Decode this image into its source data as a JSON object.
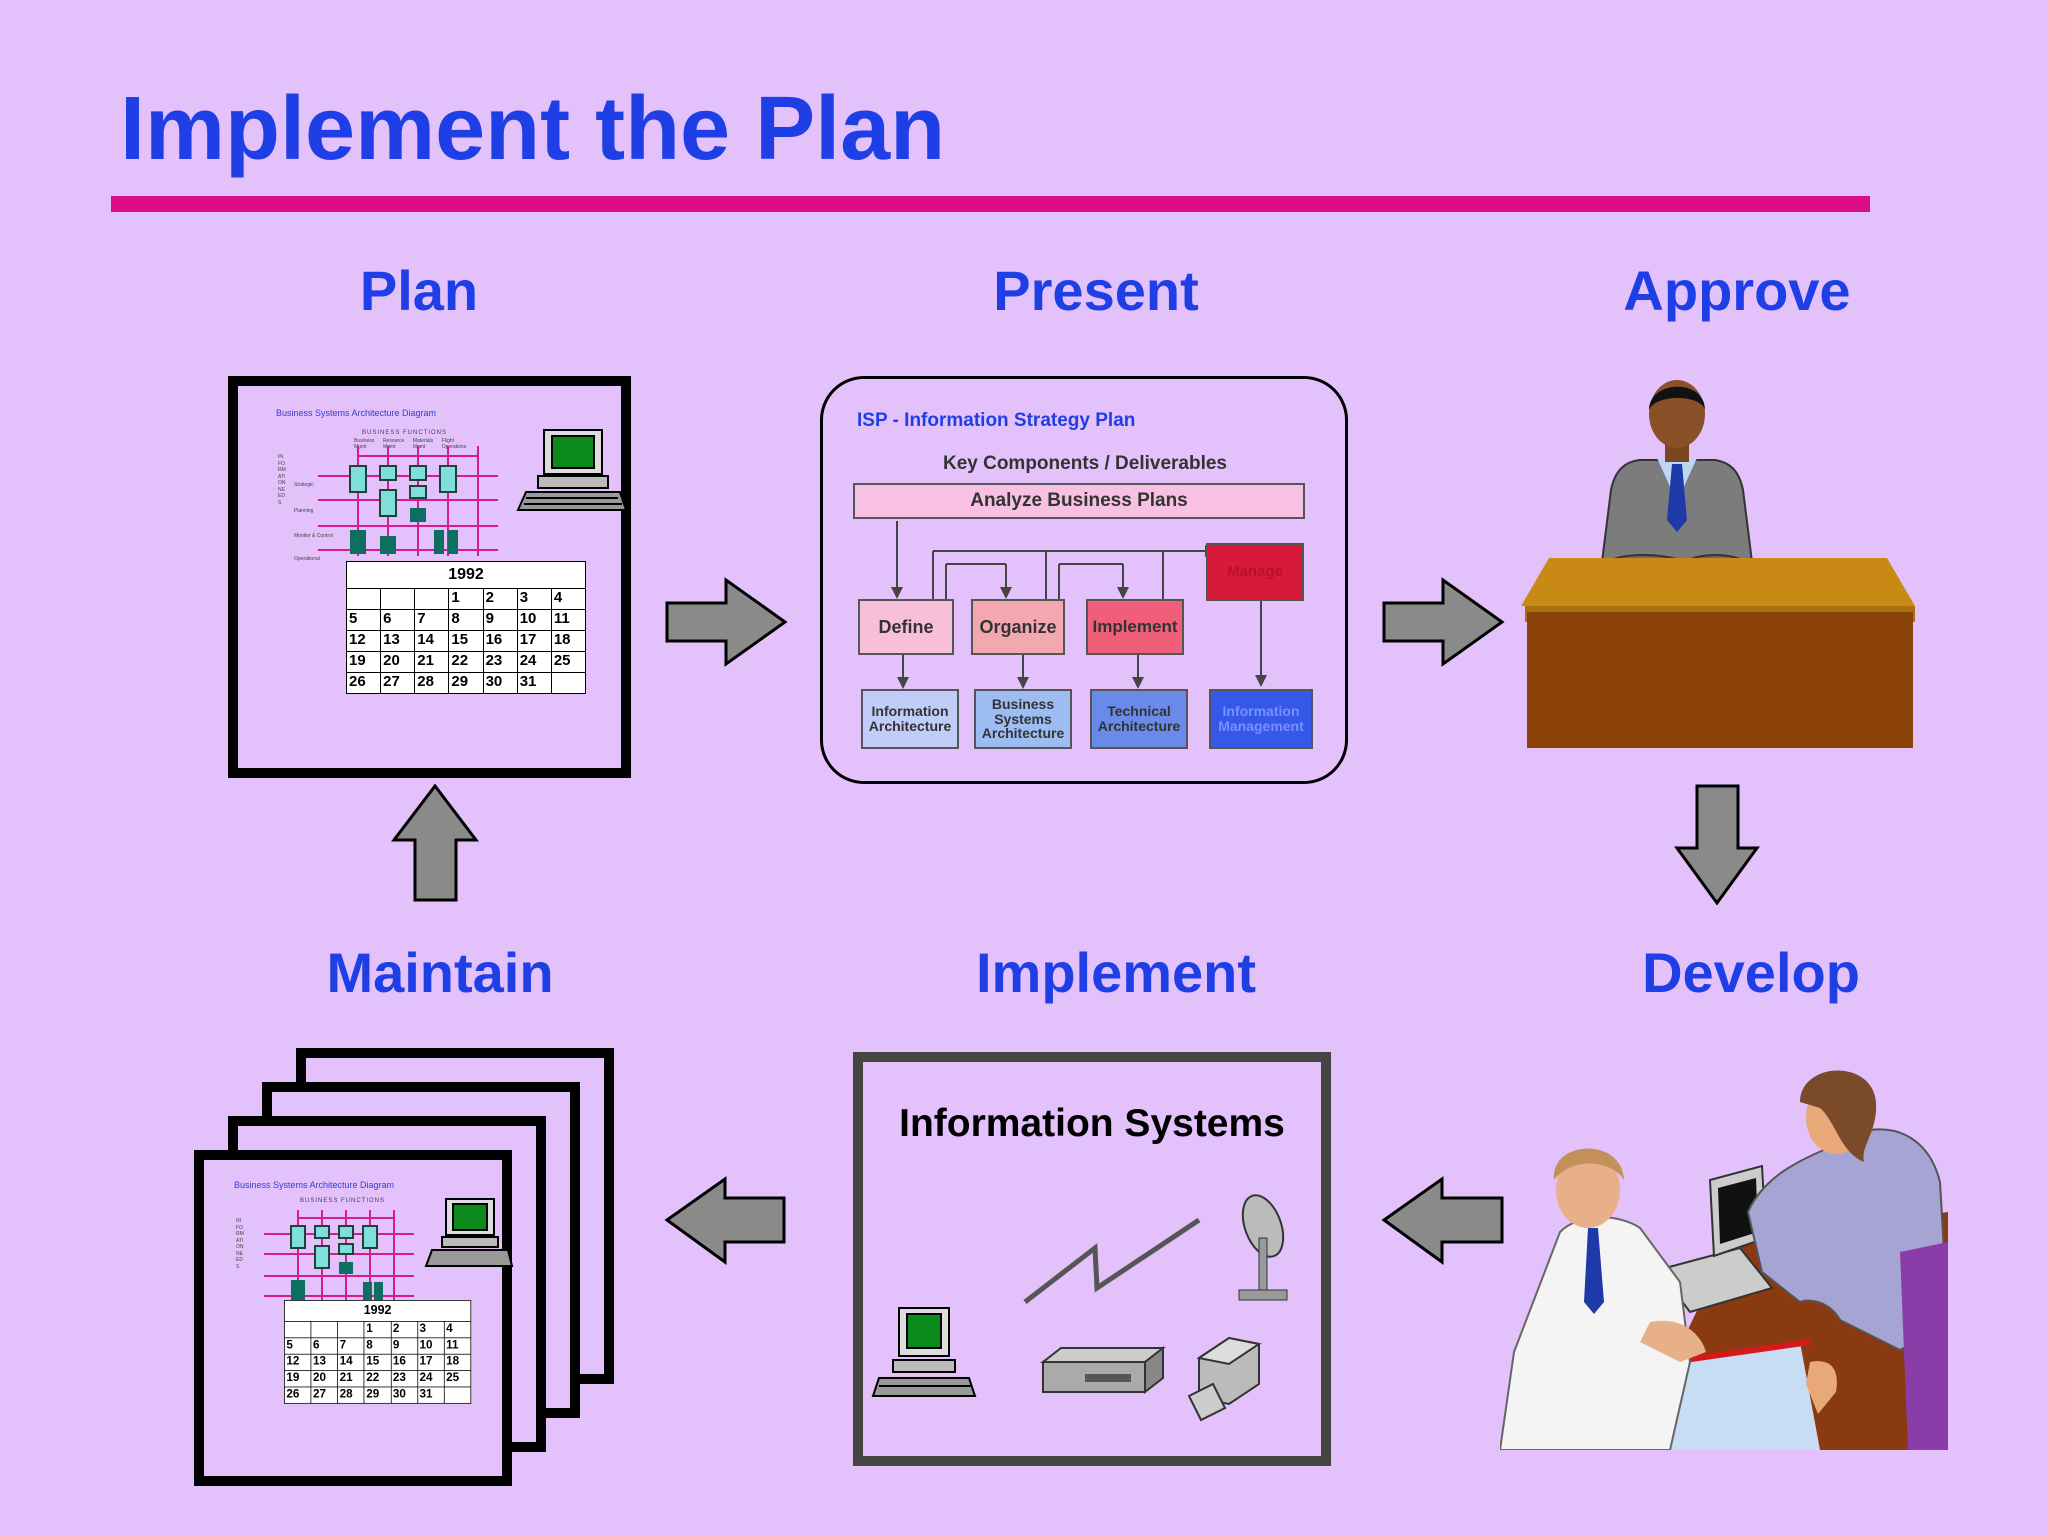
{
  "title": "Implement the Plan",
  "stages": {
    "plan": "Plan",
    "present": "Present",
    "approve": "Approve",
    "maintain": "Maintain",
    "implement": "Implement",
    "develop": "Develop"
  },
  "plan_doc": {
    "diagram_title": "Business Systems Architecture Diagram",
    "business_functions": "BUSINESS FUNCTIONS",
    "columns": [
      "Business Mgmt",
      "Resource Mgmt",
      "Materials Mgmt",
      "Flight Operations"
    ],
    "side_label": "INFORMATION NEEDS",
    "rows": [
      "Strategic",
      "Planning",
      "Monitor & Control",
      "Operational"
    ],
    "calendar_year": "1992",
    "calendar_weeks": [
      [
        "",
        "",
        "",
        "1",
        "2",
        "3",
        "4"
      ],
      [
        "5",
        "6",
        "7",
        "8",
        "9",
        "10",
        "11"
      ],
      [
        "12",
        "13",
        "14",
        "15",
        "16",
        "17",
        "18"
      ],
      [
        "19",
        "20",
        "21",
        "22",
        "23",
        "24",
        "25"
      ],
      [
        "26",
        "27",
        "28",
        "29",
        "30",
        "31",
        ""
      ]
    ]
  },
  "isp": {
    "heading": "ISP - Information Strategy Plan",
    "subheading": "Key Components / Deliverables",
    "analyze": "Analyze Business Plans",
    "define": "Define",
    "organize": "Organize",
    "implement": "Implement",
    "manage": "Manage",
    "out1": "Information Architecture",
    "out2": "Business Systems Architecture",
    "out3": "Technical Architecture",
    "out4": "Information Management"
  },
  "info_systems": {
    "label": "Information Systems"
  },
  "colors": {
    "title_blue": "#1f3fe6",
    "rule_magenta": "#dd0b86",
    "background": "#e3c1fb",
    "arrow_gray": "#8a8a8a"
  }
}
